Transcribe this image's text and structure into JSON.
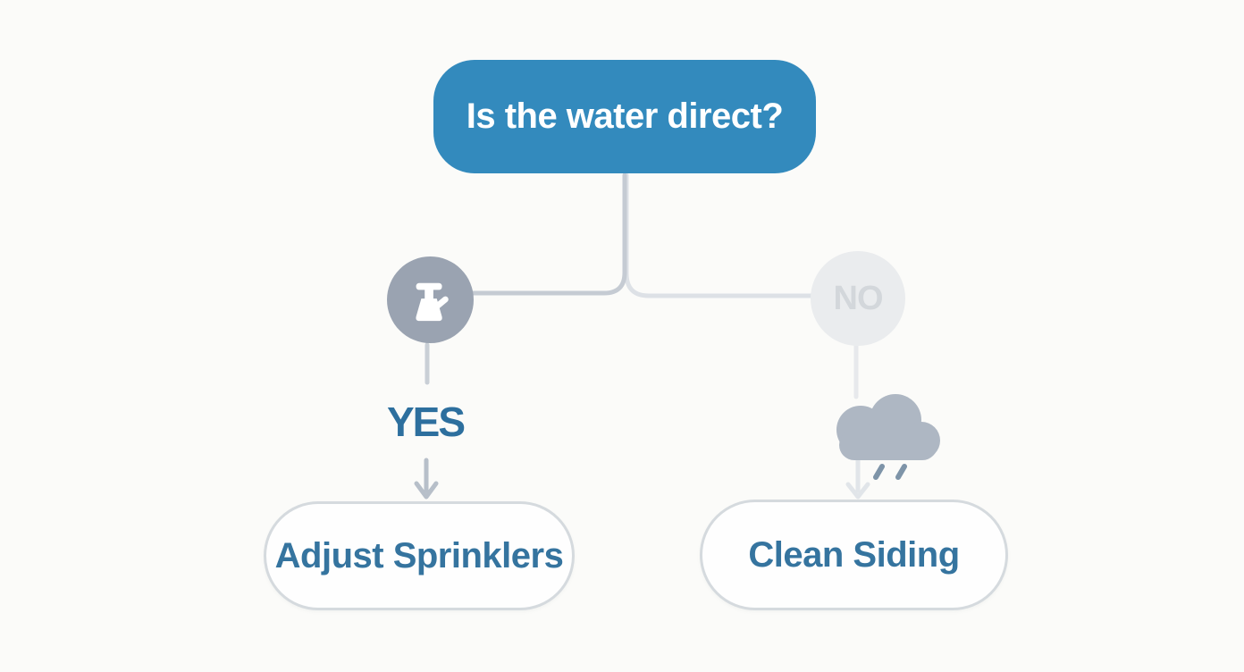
{
  "diagram": {
    "decision": {
      "label": "Is the water direct?"
    },
    "branches": {
      "yes": {
        "answer_label": "YES",
        "action_label": "Adjust Sprinklers",
        "icon": "spray-bottle-icon"
      },
      "no": {
        "answer_label": "NO",
        "action_label": "Clean Siding",
        "icon": "rain-cloud-icon"
      }
    },
    "colors": {
      "background": "#fbfbf9",
      "decision_fill": "#338abd",
      "decision_text": "#ffffff",
      "yes_circle_fill": "#9aa3b1",
      "spray_icon": "#ffffff",
      "no_circle_fill": "#eaecee",
      "no_text": "#d3d7db",
      "answer_text": "#2d6f9e",
      "action_text": "#35749f",
      "action_border": "#d5dade",
      "action_fill": "#fefefe",
      "cloud_fill": "#aeb7c3",
      "raindrop_stroke": "#7e94a8",
      "connector_dark": "#c5cbd3",
      "connector_light": "#dde1e6",
      "arrow_dark": "#b7bfc9",
      "arrow_light": "#e1e5e9"
    }
  }
}
